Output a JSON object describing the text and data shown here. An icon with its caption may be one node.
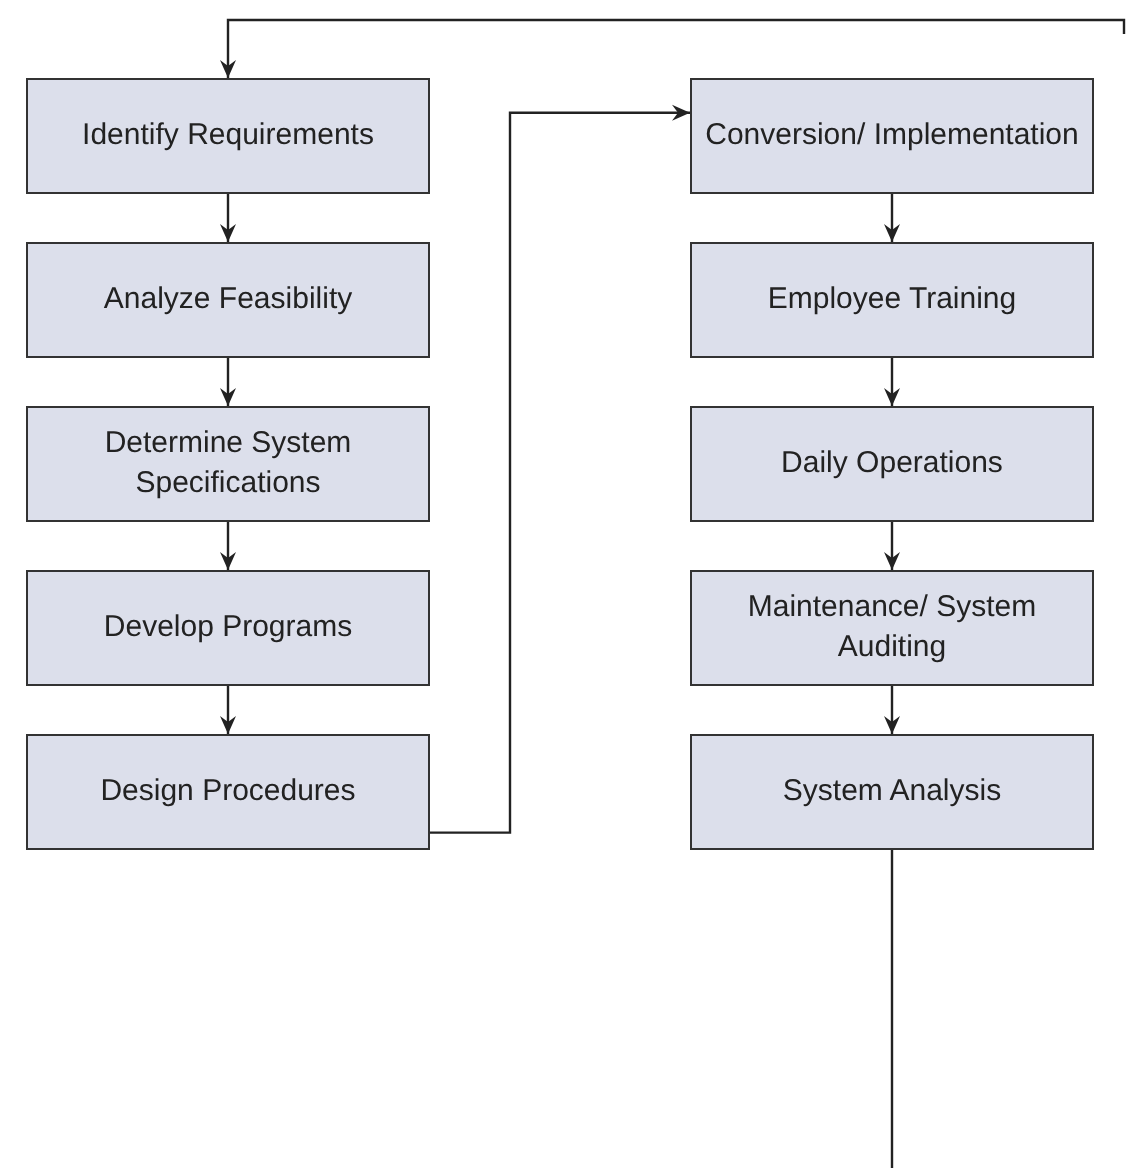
{
  "diagram": {
    "nodes": [
      {
        "text": [
          "Identify Requirements"
        ]
      },
      {
        "text": [
          "Analyze Feasibility"
        ]
      },
      {
        "text": [
          "Determine System Specifications"
        ]
      },
      {
        "text": [
          "Develop Programs"
        ]
      },
      {
        "text": [
          "Design Procedures"
        ]
      },
      {
        "text": [
          "Conversion/ Implementation"
        ]
      },
      {
        "text": [
          "Employee Training"
        ]
      },
      {
        "text": [
          "Daily Operations"
        ]
      },
      {
        "text": [
          "Maintenance/ System Auditing"
        ]
      },
      {
        "text": [
          "System Analysis"
        ]
      }
    ],
    "edges": [
      {
        "from": 0,
        "to": 1,
        "arrow": "to"
      },
      {
        "from": 1,
        "to": 2,
        "arrow": "to"
      },
      {
        "from": 2,
        "to": 3,
        "arrow": "to"
      },
      {
        "from": 3,
        "to": 4,
        "arrow": "to"
      },
      {
        "from": 4,
        "to": 5,
        "arrow": "to"
      },
      {
        "from": 5,
        "to": 6,
        "arrow": "to"
      },
      {
        "from": 6,
        "to": 7,
        "arrow": "to"
      },
      {
        "from": 7,
        "to": 8,
        "arrow": "to"
      },
      {
        "from": 8,
        "to": 9,
        "arrow": "to"
      },
      {
        "from": 9,
        "to": null,
        "arrow": "none"
      },
      {
        "from": null,
        "to": 0,
        "arrow": "to"
      }
    ]
  }
}
